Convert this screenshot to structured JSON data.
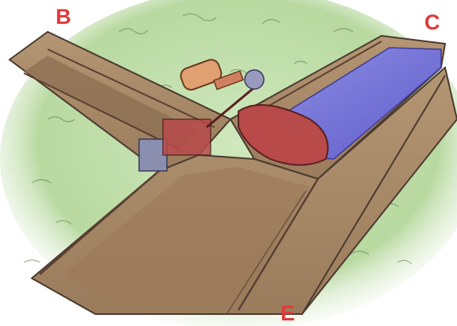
{
  "diagram": {
    "labels": {
      "b": "B",
      "c": "C",
      "e": "E"
    },
    "colors": {
      "label": "#e03a3a",
      "grass": "#b8d9a0",
      "channel_earth": "#a88968",
      "channel_shadow": "#6b4a3a",
      "water": "#7b78d8",
      "pump_red": "#b84a4a",
      "motor": "#e0a070"
    }
  }
}
